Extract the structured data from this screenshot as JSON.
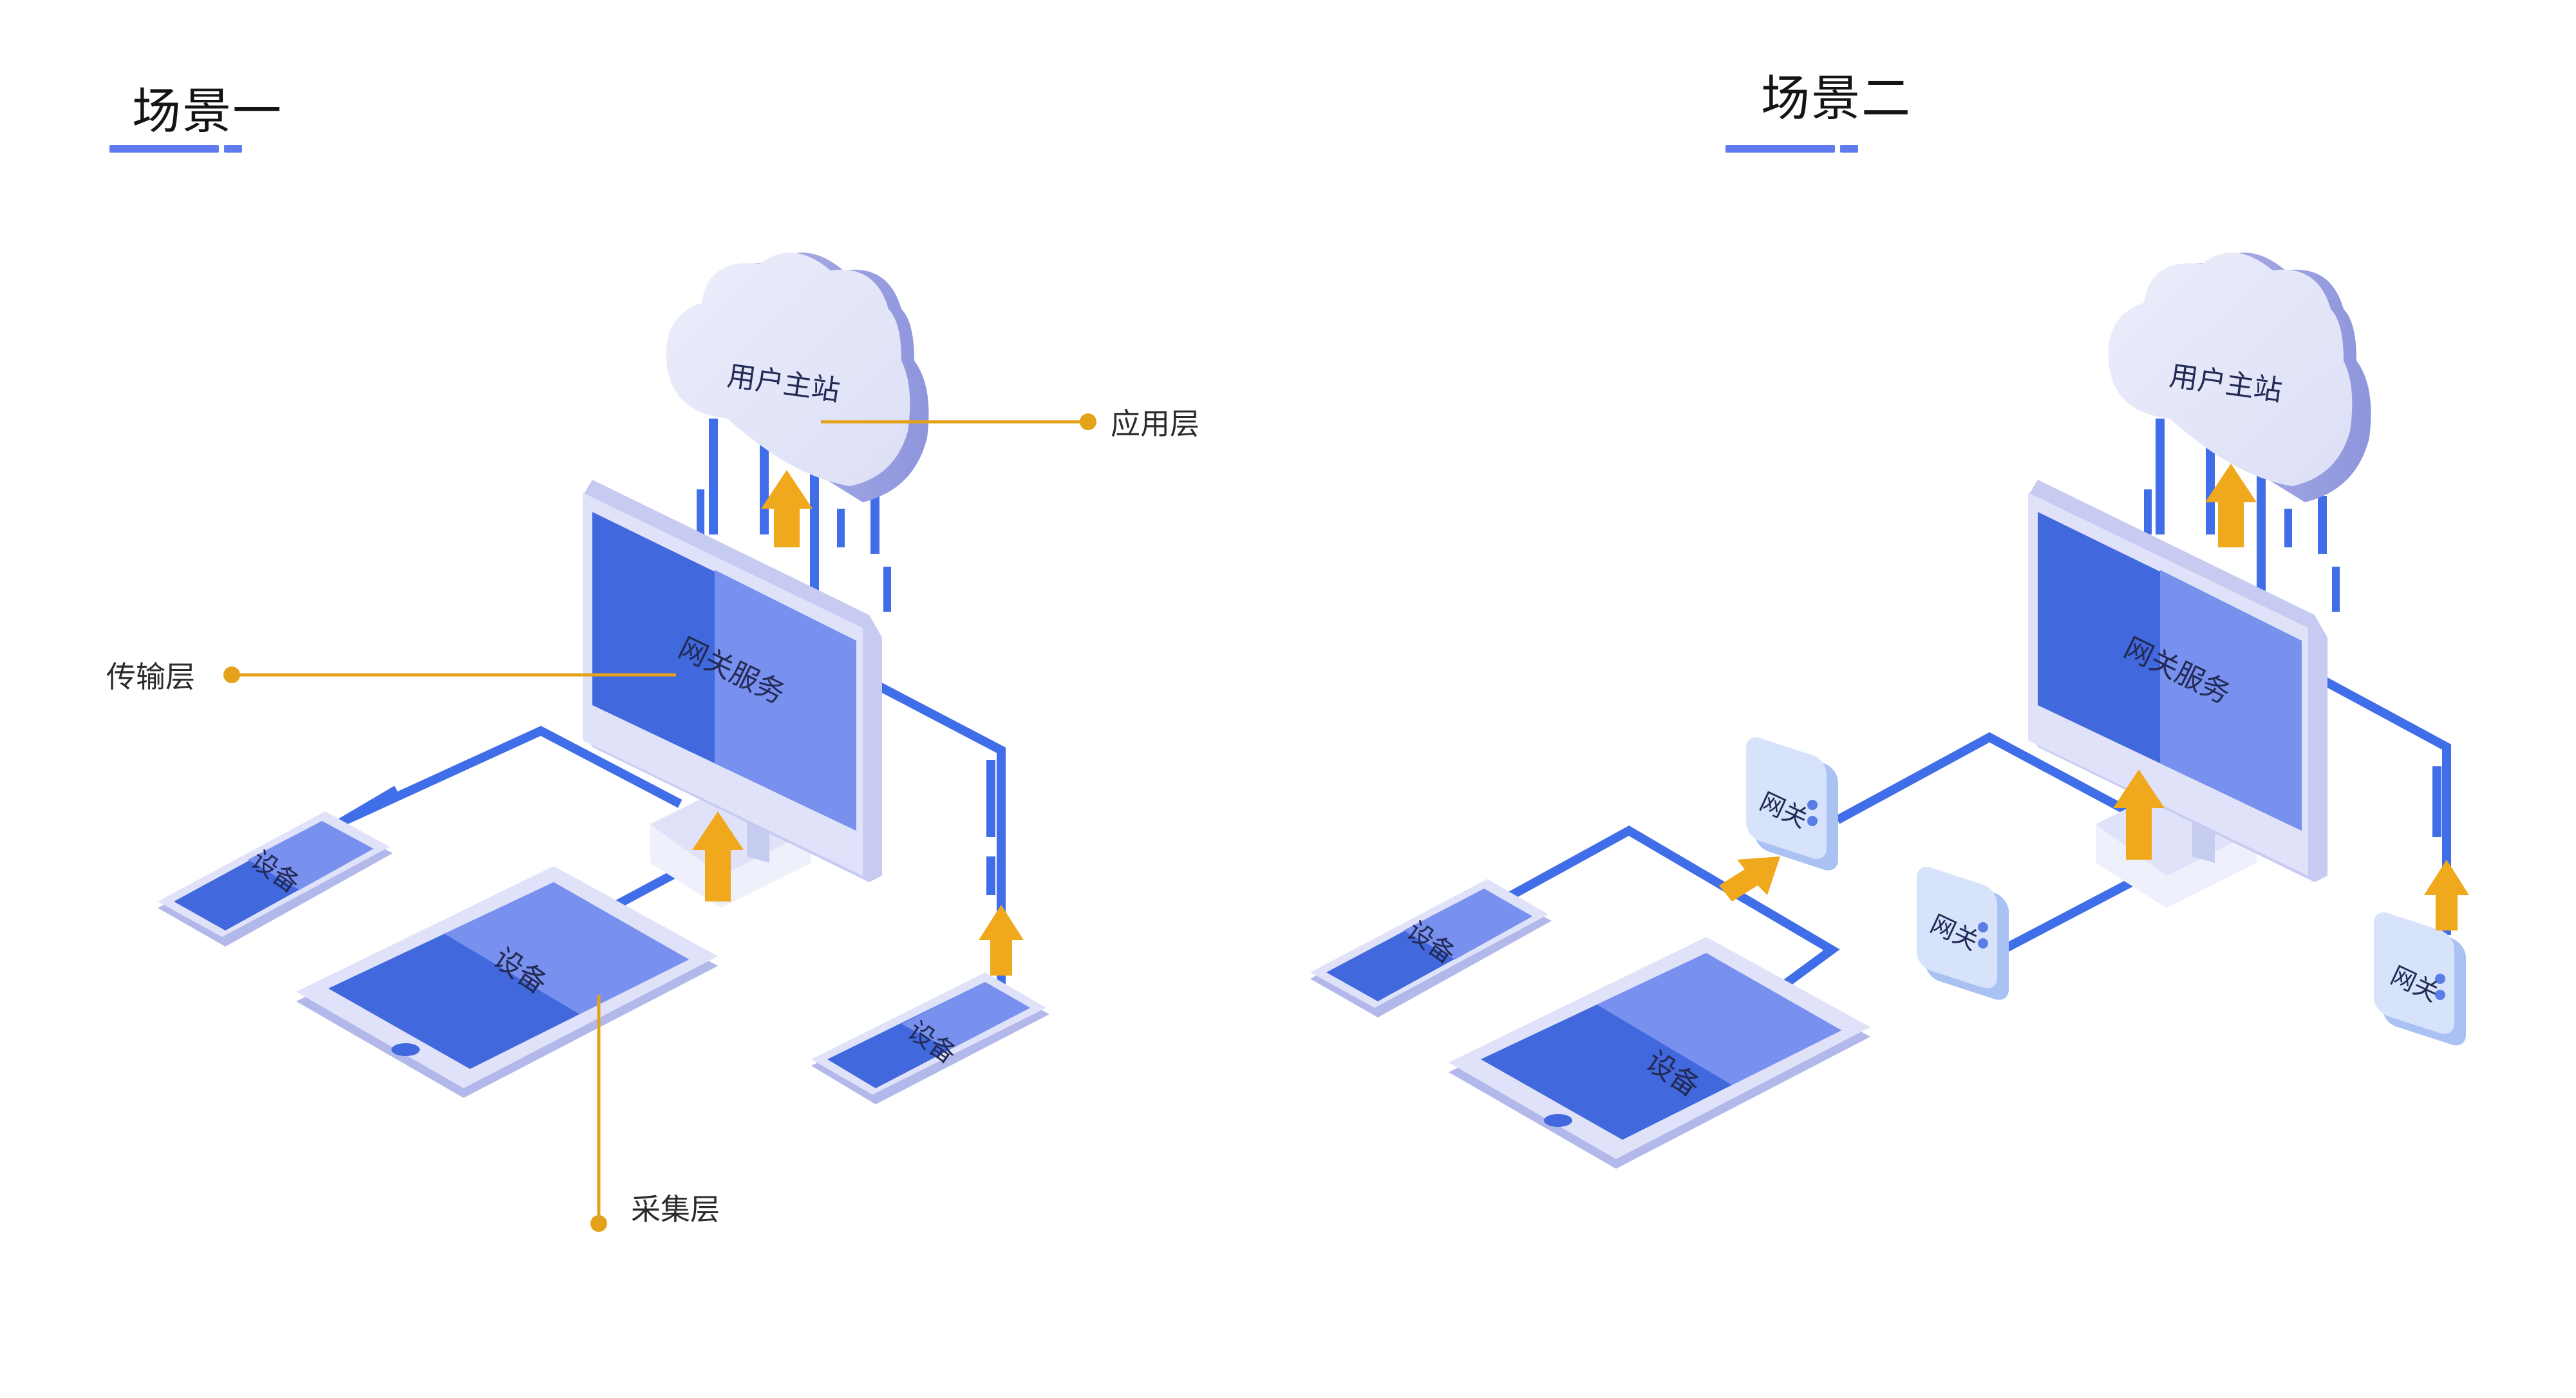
{
  "scene_one": {
    "title": "场景一",
    "cloud_label": "用户主站",
    "monitor_label": "网关服务",
    "device_label": "设备",
    "layers": {
      "application": "应用层",
      "transport": "传输层",
      "collection": "采集层"
    }
  },
  "scene_two": {
    "title": "场景二",
    "cloud_label": "用户主站",
    "monitor_label": "网关服务",
    "device_label": "设备",
    "gateway_label": "网关"
  },
  "colors": {
    "accent_blue": "#3f6ee8",
    "screen_dark": "#4168dc",
    "screen_light": "#7890ee",
    "bezel": "#d9dcf7",
    "cloud": "#e6e8f8",
    "arrow": "#f0a81c",
    "leader": "#e3a21a"
  }
}
